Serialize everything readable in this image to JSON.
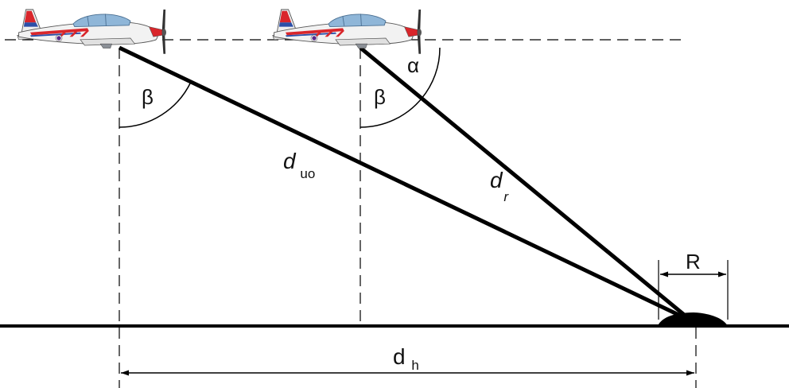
{
  "labels": {
    "beta_left": "β",
    "alpha": "α",
    "beta_right": "β",
    "d_uo_main": "d",
    "d_uo_sub": "uo",
    "d_r_main": "d",
    "d_r_sub": "r",
    "d_h_main": "d",
    "d_h_sub": "h",
    "radius": "R"
  },
  "colors": {
    "line": "#000000",
    "airframe": "#f2f2f2",
    "accent_red": "#d9262b",
    "accent_blue": "#2b4fa8",
    "canopy": "#8fb6d8"
  },
  "icons": {
    "aircraft": "aircraft-icon",
    "target": "target-mound"
  }
}
